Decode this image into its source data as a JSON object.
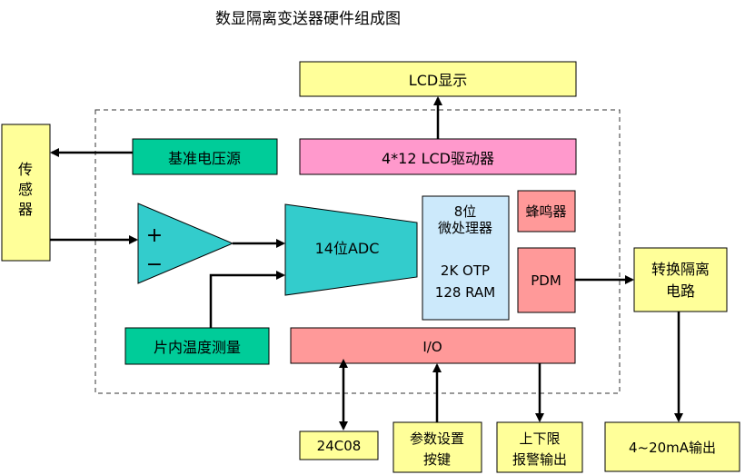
{
  "title": "数显隔离变送器硬件组成图",
  "blocks": {
    "lcd_display": "LCD显示",
    "sensor": [
      "传",
      "感",
      "器"
    ],
    "reference_voltage": "基准电压源",
    "lcd_driver": "4*12 LCD驱动器",
    "amp_plus": "+",
    "amp_minus": "−",
    "adc": "14位ADC",
    "mcu_line1": "8位",
    "mcu_line2": "微处理器",
    "mcu_line3": "2K OTP",
    "mcu_line4": "128 RAM",
    "buzzer": "蜂鸣器",
    "pdm": "PDM",
    "isolation_line1": "转换隔离",
    "isolation_line2": "电路",
    "temp_measure": "片内温度测量",
    "io": "I/O",
    "eeprom": "24C08",
    "param_line1": "参数设置",
    "param_line2": "按键",
    "alarm_line1": "上下限",
    "alarm_line2": "报警输出",
    "output": "4~20mA输出"
  },
  "colors": {
    "yellow": "#ffff99",
    "green": "#00cc99",
    "pink": "#ff99cc",
    "salmon": "#ff9999",
    "cyan": "#33cccc",
    "lightblue": "#cce9fb"
  }
}
